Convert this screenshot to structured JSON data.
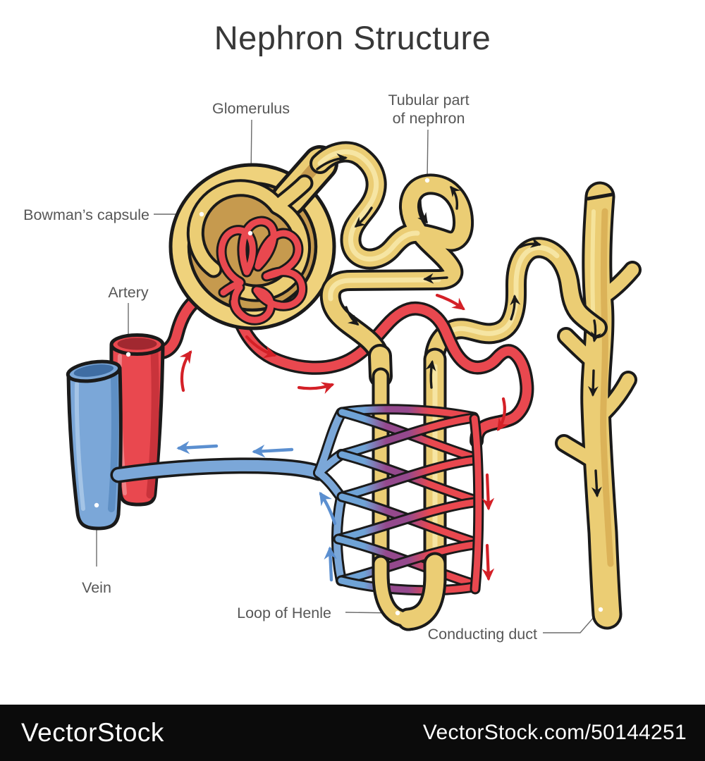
{
  "title": "Nephron Structure",
  "labels": {
    "glomerulus": "Glomerulus",
    "tubular_part_line1": "Tubular part",
    "tubular_part_line2": "of nephron",
    "bowmans_capsule": "Bowman’s capsule",
    "artery": "Artery",
    "vein": "Vein",
    "loop_of_henle": "Loop of Henle",
    "conducting_duct": "Conducting duct"
  },
  "watermark": {
    "brand": "VectorStock",
    "credit": "VectorStock.com/50144251"
  },
  "colors": {
    "tubule_gold": "#EBCD74",
    "tubule_gold_highlight": "#F8E9AC",
    "capsule_tan_dark": "#C69A4E",
    "artery_red": "#E9484F",
    "artery_red_dark": "#A12830",
    "vein_blue": "#7BA7D8",
    "vein_blue_dark": "#3F6DA3",
    "vasa_recta_purple": "#94498D",
    "outline_black": "#1A1A1A",
    "label_gray": "#575757",
    "arrow_red": "#D42027",
    "arrow_blue": "#5B8FD0",
    "watermark_bg": "#0B0B0B",
    "watermark_text": "#FFFFFF"
  }
}
